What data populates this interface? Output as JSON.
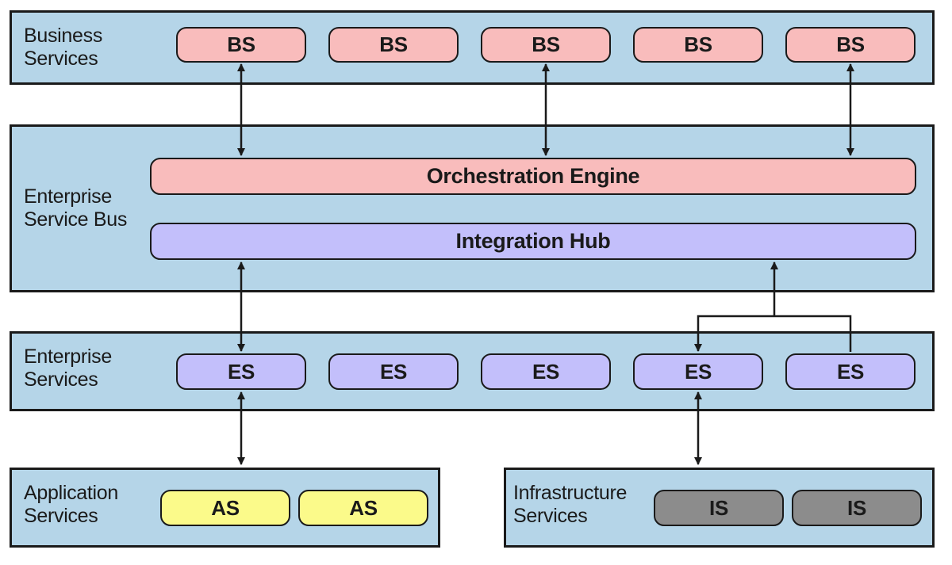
{
  "layers": {
    "business": {
      "label": "Business\nServices",
      "items": [
        "BS",
        "BS",
        "BS",
        "BS",
        "BS"
      ]
    },
    "bus": {
      "label": "Enterprise\nService Bus",
      "orchestration": "Orchestration Engine",
      "hub": "Integration Hub"
    },
    "enterprise": {
      "label": "Enterprise\nServices",
      "items": [
        "ES",
        "ES",
        "ES",
        "ES",
        "ES"
      ]
    },
    "application": {
      "label": "Application\nServices",
      "items": [
        "AS",
        "AS"
      ]
    },
    "infrastructure": {
      "label": "Infrastructure\nServices",
      "items": [
        "IS",
        "IS"
      ]
    }
  },
  "colors": {
    "layer": "#b5d5e8",
    "business_service": "#f9bcbc",
    "enterprise_service": "#c3bffb",
    "application_service": "#fbfa8a",
    "infrastructure_service": "#8c8c8c",
    "line": "#1a1a1a"
  }
}
